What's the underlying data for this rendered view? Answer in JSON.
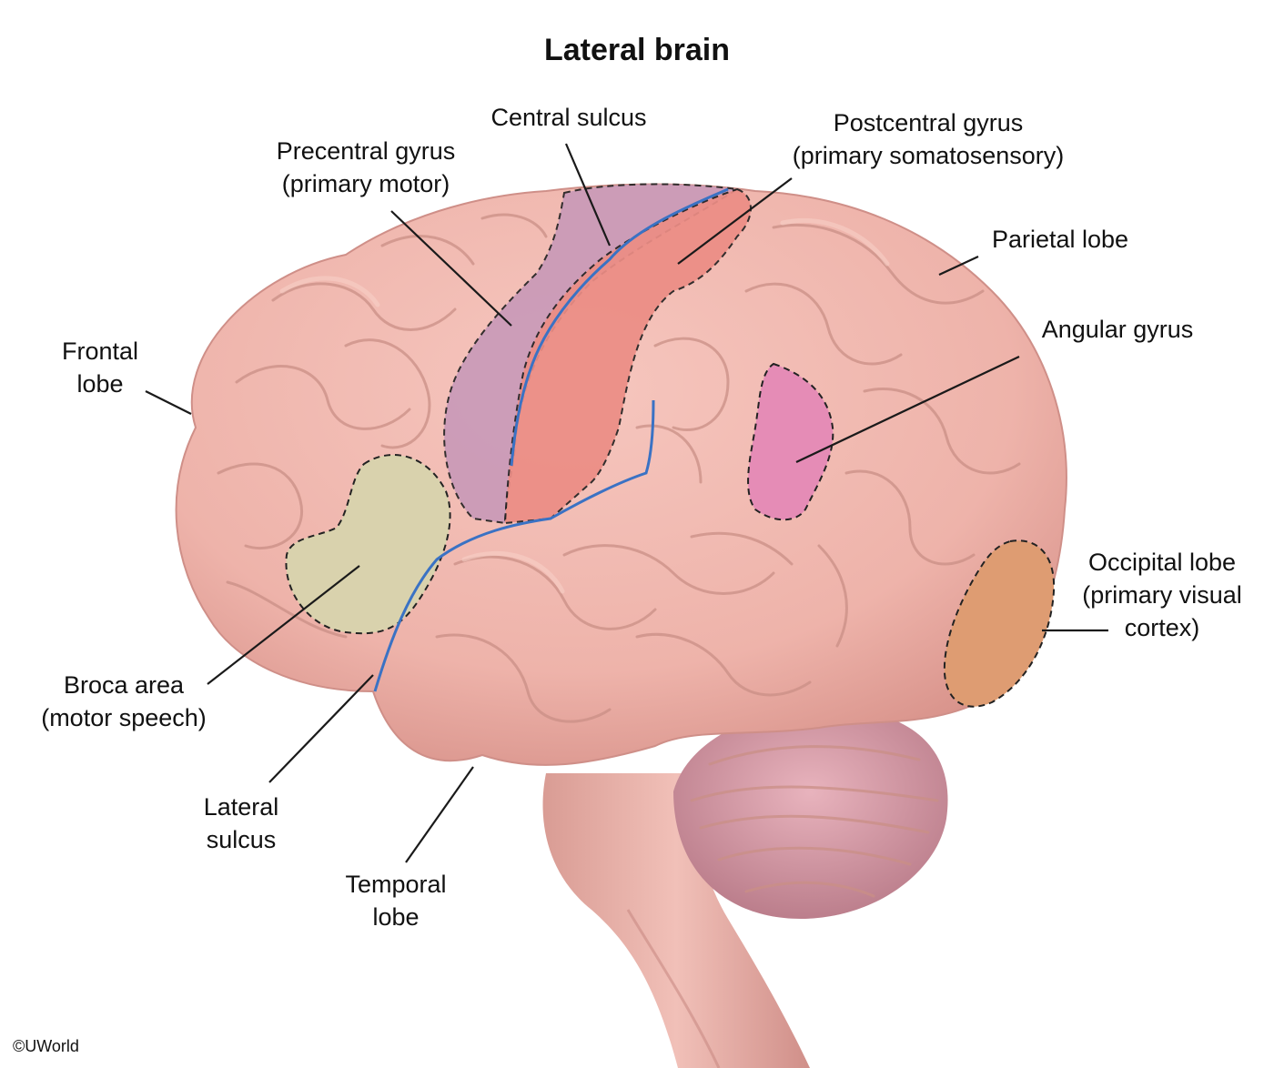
{
  "title": "Lateral brain",
  "copyright": "©UWorld",
  "labels": {
    "central_sulcus": "Central sulcus",
    "precentral": [
      "Precentral gyrus",
      "(primary motor)"
    ],
    "postcentral": [
      "Postcentral gyrus",
      "(primary somatosensory)"
    ],
    "parietal": [
      "Parietal lobe"
    ],
    "frontal": [
      "Frontal",
      "lobe"
    ],
    "angular": [
      "Angular gyrus"
    ],
    "occipital": [
      "Occipital lobe",
      "(primary visual",
      "cortex)"
    ],
    "broca": [
      "Broca area",
      "(motor speech)"
    ],
    "lateral_sulcus": [
      "Lateral",
      "sulcus"
    ],
    "temporal": [
      "Temporal",
      "lobe"
    ]
  },
  "colors": {
    "cortex": "#eeb3aa",
    "cortex_shadow": "#d9948c",
    "precentral": "#c99ab8",
    "postcentral": "#ec8d85",
    "broca": "#d9d2ad",
    "angular": "#e58cb6",
    "occipital": "#de9c72",
    "sulcus_line": "#3a72c4",
    "cerebellum": "#d39aa6",
    "brainstem": "#e7b2aa"
  }
}
